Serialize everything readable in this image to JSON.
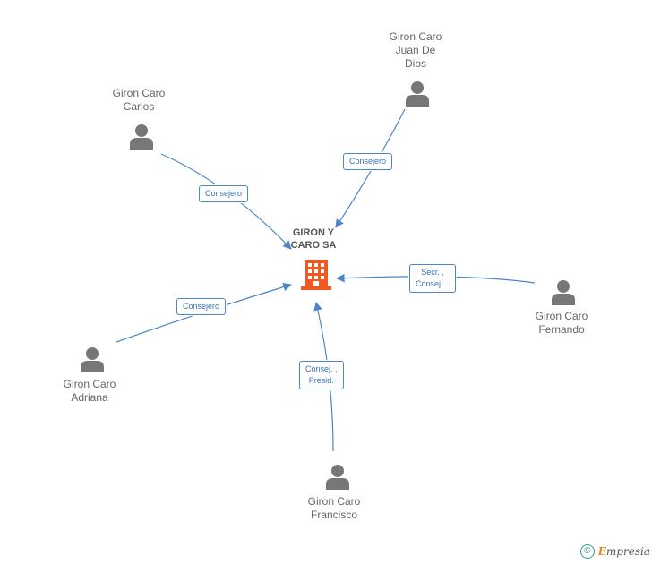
{
  "center": {
    "name": "GIRON Y\nCARO SA"
  },
  "nodes": [
    {
      "id": "carlos",
      "name": "Giron Caro\nCarlos"
    },
    {
      "id": "juan",
      "name": "Giron Caro\nJuan De\nDios"
    },
    {
      "id": "fernando",
      "name": "Giron Caro\nFernando"
    },
    {
      "id": "adriana",
      "name": "Giron Caro\nAdriana"
    },
    {
      "id": "francisco",
      "name": "Giron Caro\nFrancisco"
    }
  ],
  "edges": [
    {
      "from": "carlos",
      "label": "Consejero"
    },
    {
      "from": "juan",
      "label": "Consejero"
    },
    {
      "from": "fernando",
      "label": "Secr. ,\nConsej...."
    },
    {
      "from": "adriana",
      "label": "Consejero"
    },
    {
      "from": "francisco",
      "label": "Consej. ,\nPresid."
    }
  ],
  "footer": {
    "copyright_symbol": "©",
    "brand_initial": "E",
    "brand_rest": "mpresia"
  },
  "colors": {
    "edge": "#4a86c8",
    "person": "#777777",
    "building": "#ef5a24"
  }
}
